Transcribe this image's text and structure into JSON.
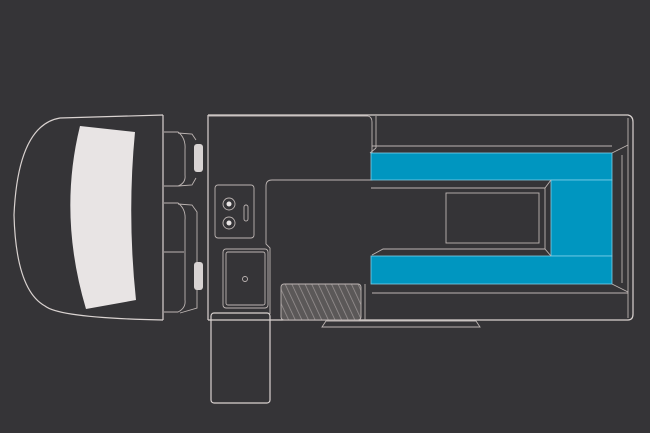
{
  "colors": {
    "background": "#353437",
    "outline": "#d9d2d0",
    "bed_cushion": "#0096c0",
    "windshield": "#e8e4e4",
    "hatched_area": "#6e6a6a"
  },
  "layout_elements": [
    "cab",
    "windshield",
    "front-seats",
    "cooktop",
    "sink",
    "fold-out-table",
    "cabinet",
    "bed-seating",
    "table",
    "hatched-step",
    "entry-step"
  ]
}
